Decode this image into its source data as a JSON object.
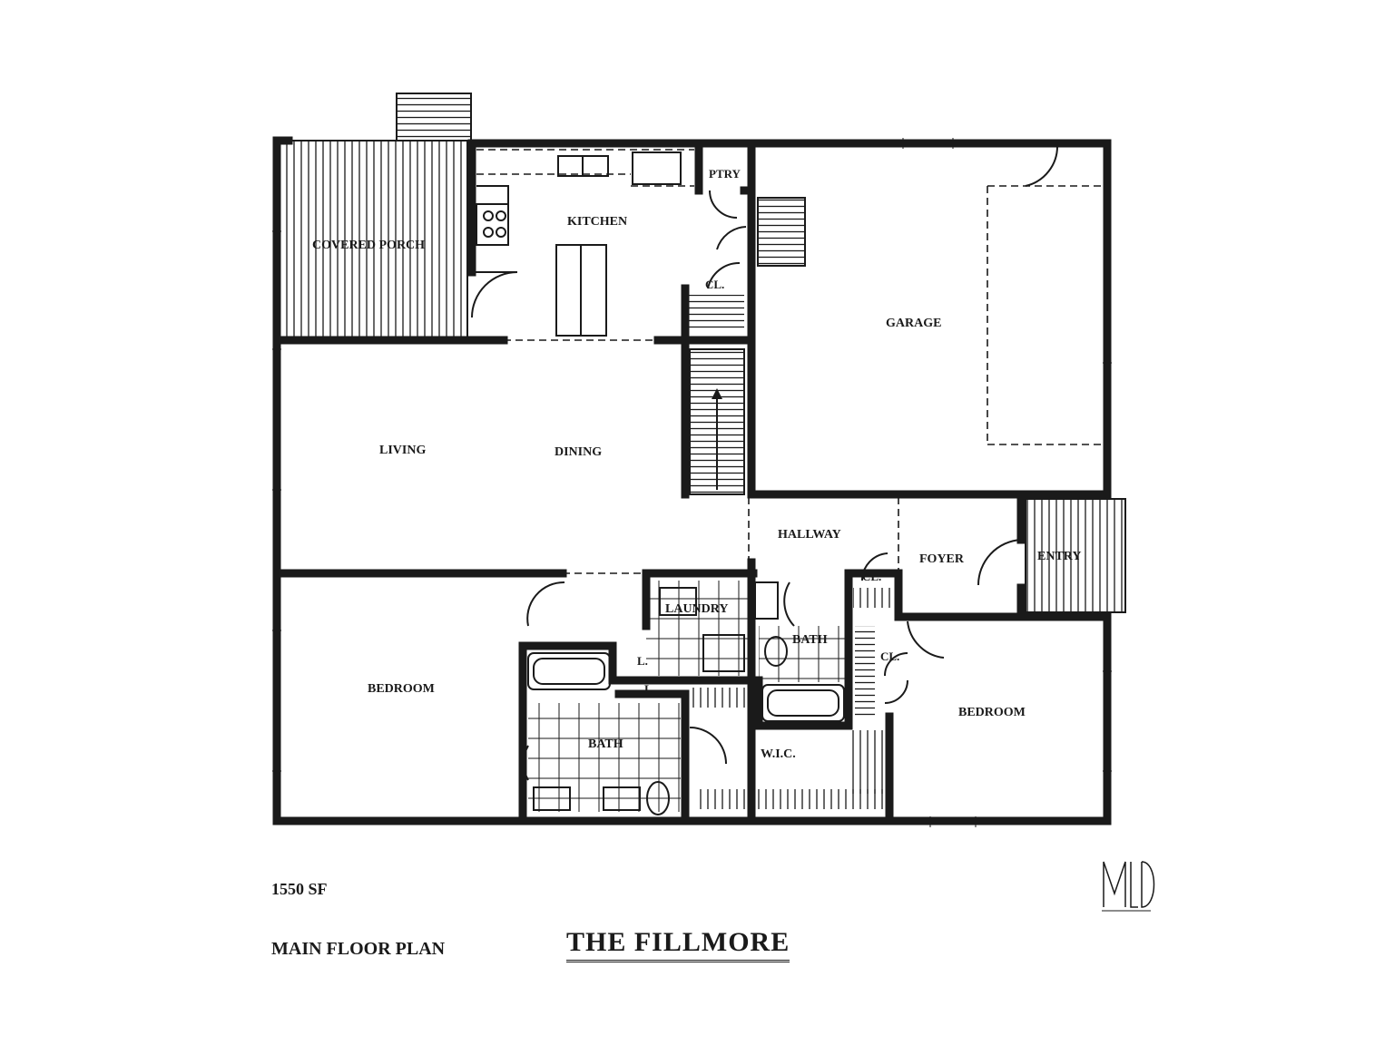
{
  "plan": {
    "rooms": {
      "covered_porch": "COVERED PORCH",
      "kitchen": "KITCHEN",
      "pantry": "PTRY",
      "closet_kitchen": "CL.",
      "garage": "GARAGE",
      "living": "LIVING",
      "dining": "DINING",
      "hallway": "HALLWAY",
      "foyer": "FOYER",
      "entry": "ENTRY",
      "closet_hall": "CL.",
      "laundry": "LAUNDRY",
      "bath_hall": "BATH",
      "linen_1": "L.",
      "linen_2": "L.",
      "closet_bedroom": "CL.",
      "bedroom_left": "BEDROOM",
      "bath_master": "BATH",
      "wic": "W.I.C.",
      "bedroom_right": "BEDROOM"
    }
  },
  "footer": {
    "square_feet": "1550 SF",
    "plan_name": "MAIN FLOOR PLAN",
    "title": "THE FILLMORE"
  },
  "logo": {
    "icon": "mld-monogram-icon"
  }
}
